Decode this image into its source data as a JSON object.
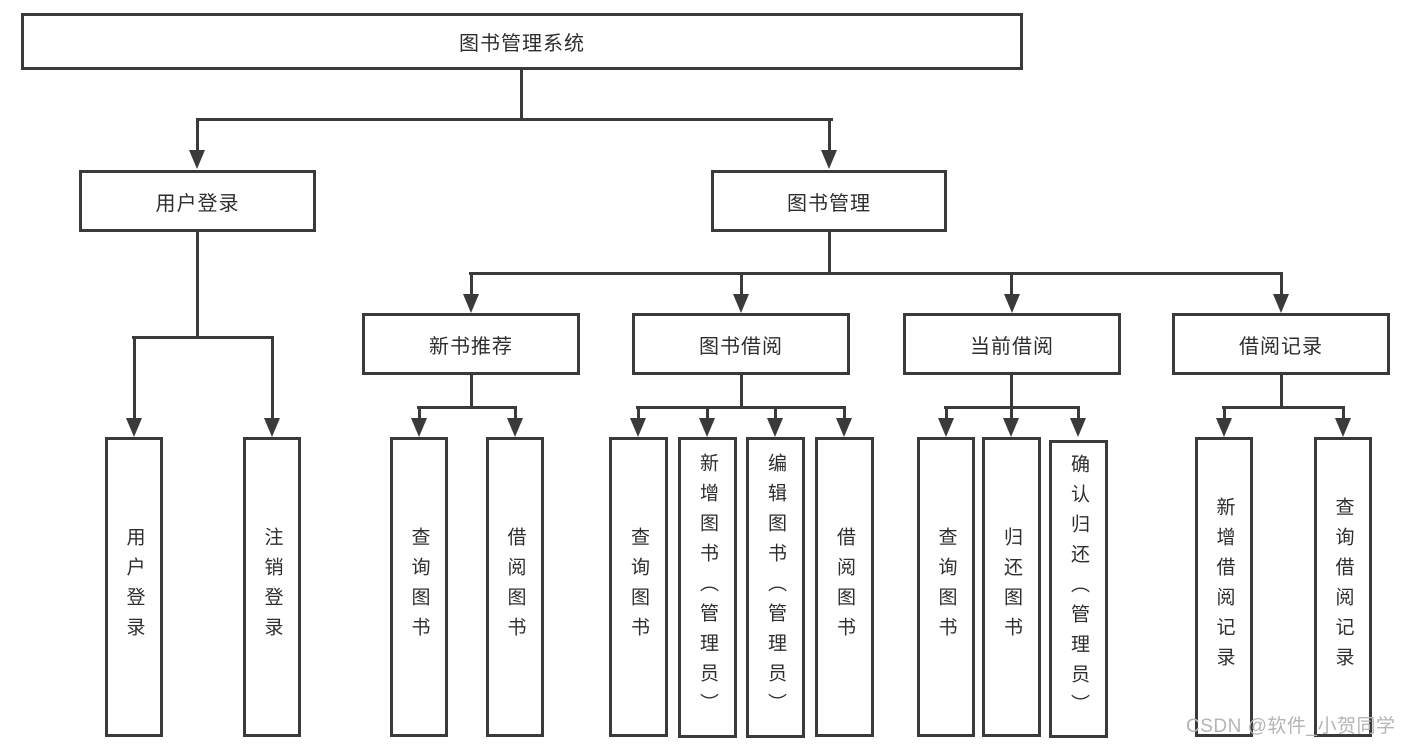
{
  "diagram": {
    "title": "图书管理系统",
    "type": "hierarchy-tree",
    "tree": {
      "label": "图书管理系统",
      "children": [
        {
          "label": "用户登录",
          "children": [
            {
              "label": "用户登录"
            },
            {
              "label": "注销登录"
            }
          ]
        },
        {
          "label": "图书管理",
          "children": [
            {
              "label": "新书推荐",
              "children": [
                {
                  "label": "查询图书"
                },
                {
                  "label": "借阅图书"
                }
              ]
            },
            {
              "label": "图书借阅",
              "children": [
                {
                  "label": "查询图书"
                },
                {
                  "label": "新增图书（管理员）"
                },
                {
                  "label": "编辑图书（管理员）"
                },
                {
                  "label": "借阅图书"
                }
              ]
            },
            {
              "label": "当前借阅",
              "children": [
                {
                  "label": "查询图书"
                },
                {
                  "label": "归还图书"
                },
                {
                  "label": "确认归还（管理员）"
                }
              ]
            },
            {
              "label": "借阅记录",
              "children": [
                {
                  "label": "新增借阅记录"
                },
                {
                  "label": "查询借阅记录"
                }
              ]
            }
          ]
        }
      ]
    }
  },
  "watermark": {
    "text": "CSDN @软件_小贺同学"
  },
  "colors": {
    "line": "#3a3a3a",
    "box_border": "#3a3a3a",
    "box_background": "#ffffff",
    "text": "#2e2e2e",
    "watermark": "#b5b5b5",
    "page_background": "#ffffff"
  }
}
